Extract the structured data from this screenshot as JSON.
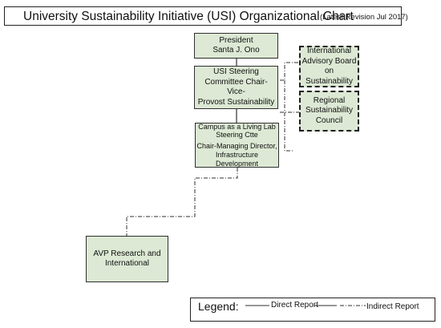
{
  "header": {
    "title": "University Sustainability Initiative (USI) Organizational Chart",
    "revision": "(Latest Revision Jul 2017)"
  },
  "nodes": {
    "president": {
      "lines": [
        "President",
        "Santa J. Ono"
      ]
    },
    "steering": {
      "lines": [
        "USI Steering",
        "Committee Chair- Vice-",
        "Provost Sustainability"
      ]
    },
    "advisory": {
      "lines": [
        "International",
        "Advisory Board",
        "on Sustainability"
      ]
    },
    "regional": {
      "lines": [
        "Regional",
        "Sustainability",
        "Council"
      ]
    },
    "campus": {
      "lines": [
        "Campus as a Living Lab",
        "Steering Ctte",
        "Chair-Managing Director,",
        "Infrastructure",
        "Development"
      ]
    },
    "avp": {
      "lines": [
        "AVP Research and",
        "International"
      ]
    }
  },
  "legend": {
    "label": "Legend:",
    "direct": "Direct Report",
    "indirect": "Indirect Report"
  },
  "colors": {
    "box_fill": "#dde9d4",
    "line": "#2f2f2f"
  }
}
